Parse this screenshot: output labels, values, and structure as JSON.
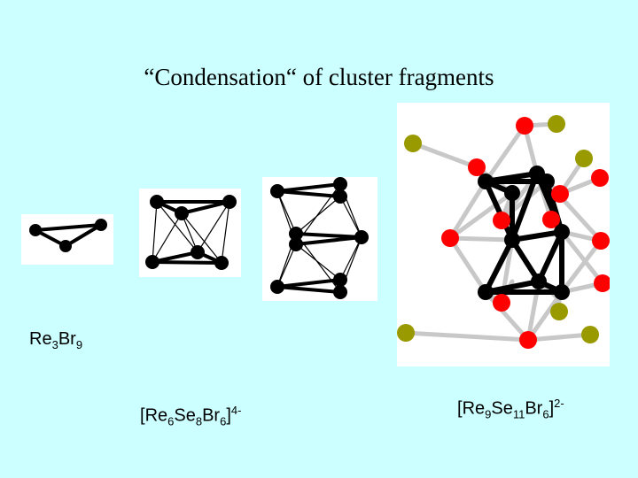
{
  "slide": {
    "title": "“Condensation“ of cluster fragments"
  },
  "formulas": {
    "re3br9": {
      "el1": "Re",
      "n1": "3",
      "el2": "Br",
      "n2": "9"
    },
    "re6": {
      "open": "[",
      "el1": "Re",
      "n1": "6",
      "el2": "Se",
      "n2": "8",
      "el3": "Br",
      "n3": "6",
      "close": "]",
      "charge": "4-"
    },
    "re9": {
      "open": "[",
      "el1": "Re",
      "n1": "9",
      "el2": "Se",
      "n2": "11",
      "el3": "Br",
      "n3": "6",
      "close": "]",
      "charge": "2-"
    }
  },
  "colors": {
    "background": "#ccffff",
    "rhenium": "#000000",
    "selenium": "#ff0000",
    "bromine": "#999900",
    "bond_metal": "#000000",
    "bond_ligand": "#cccccc"
  }
}
